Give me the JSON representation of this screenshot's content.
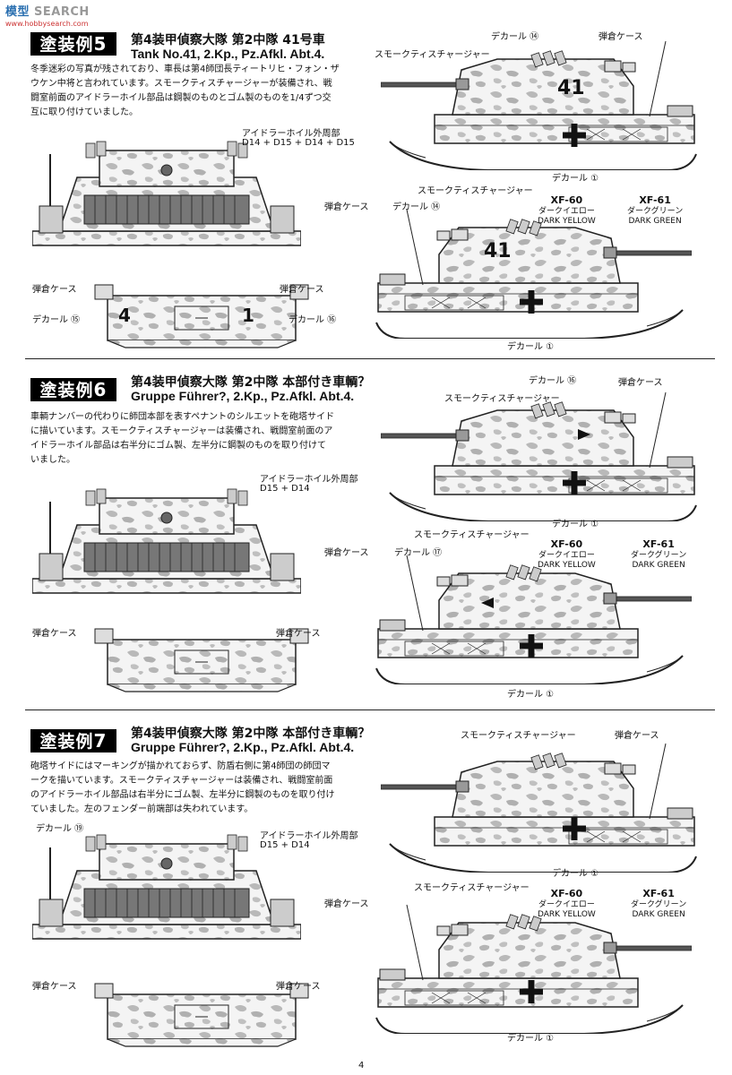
{
  "watermark": {
    "part1": "模型",
    "part2": "SEARCH",
    "sub": "www.hobbysearch.com"
  },
  "page_number": "4",
  "tank_number": "41",
  "sections": [
    {
      "badge_text": "塗装例",
      "badge_num": "5",
      "title_ja": "第4装甲偵察大隊 第2中隊 41号車",
      "title_en": "Tank No.41, 2.Kp., Pz.Afkl. Abt.4.",
      "desc_lines": [
        "冬季迷彩の写真が残されており、車長は第4師団長ティートリヒ・フォン・ザ",
        "ウケン中将と言われています。スモークティスチャージャーが装備され、戦",
        "闘室前面のアイドラーホイル部品は鋼製のものとゴム製のものを1/4ずつ交",
        "互に取り付けていました。"
      ],
      "labels": {
        "idler": "アイドラーホイル外周部",
        "idler_parts": "D14 + D15 + D14 + D15",
        "ammo_l": "弾倉ケース",
        "ammo_r": "弾倉ケース",
        "decal_l": "デカール ⑮",
        "decal_r": "デカール ⑯",
        "rear_num_l": "4",
        "rear_num_r": "1",
        "top_decal": "デカール ⑭",
        "top_ammo": "弾倉ケース",
        "top_smoke": "スモークティスチャージャー",
        "top_decal_bottom": "デカール ①",
        "bot_ammo": "弾倉ケース",
        "bot_decal": "デカール ⑭",
        "bot_smoke": "スモークティスチャージャー",
        "bot_decal_bottom": "デカール ①"
      }
    },
    {
      "badge_text": "塗装例",
      "badge_num": "6",
      "title_ja": "第4装甲偵察大隊 第2中隊 本部付き車輌？",
      "title_en": "Gruppe Führer?, 2.Kp., Pz.Afkl. Abt.4.",
      "desc_lines": [
        "車輌ナンバーの代わりに師団本部を表すペナントのシルエットを砲塔サイド",
        "に描いています。スモークティスチャージャーは装備され、戦闘室前面のア",
        "イドラーホイル部品は右半分にゴム製、左半分に鋼製のものを取り付けて",
        "いました。"
      ],
      "labels": {
        "idler": "アイドラーホイル外周部",
        "idler_parts": "D15 + D14",
        "ammo_l": "弾倉ケース",
        "ammo_r": "弾倉ケース",
        "top_decal": "デカール ⑯",
        "top_ammo": "弾倉ケース",
        "top_smoke": "スモークティスチャージャー",
        "top_decal_bottom": "デカール ①",
        "bot_ammo": "弾倉ケース",
        "bot_decal": "デカール ⑰",
        "bot_smoke": "スモークティスチャージャー",
        "bot_decal_bottom": "デカール ①"
      }
    },
    {
      "badge_text": "塗装例",
      "badge_num": "7",
      "title_ja": "第4装甲偵察大隊 第2中隊 本部付き車輌？",
      "title_en": "Gruppe Führer?, 2.Kp., Pz.Afkl. Abt.4.",
      "desc_lines": [
        "砲塔サイドにはマーキングが描かれておらず、防盾右側に第4師団の師団マ",
        "ークを描いています。スモークティスチャージャーは装備され、戦闘室前面",
        "のアイドラーホイル部品は右半分にゴム製、左半分に鋼製のものを取り付け",
        "ていました。左のフェンダー前端部は失われています。"
      ],
      "labels": {
        "front_decal": "デカール ⑲",
        "idler": "アイドラーホイル外周部",
        "idler_parts": "D15 + D14",
        "ammo_l": "弾倉ケース",
        "ammo_r": "弾倉ケース",
        "top_ammo": "弾倉ケース",
        "top_smoke": "スモークティスチャージャー",
        "top_decal_bottom": "デカール ①",
        "bot_ammo": "弾倉ケース",
        "bot_smoke": "スモークティスチャージャー",
        "bot_decal_bottom": "デカール ①"
      }
    }
  ],
  "paints": [
    {
      "code": "XF-60",
      "ja": "ダークイエロー",
      "en": "DARK YELLOW"
    },
    {
      "code": "XF-61",
      "ja": "ダークグリーン",
      "en": "DARK GREEN"
    }
  ]
}
